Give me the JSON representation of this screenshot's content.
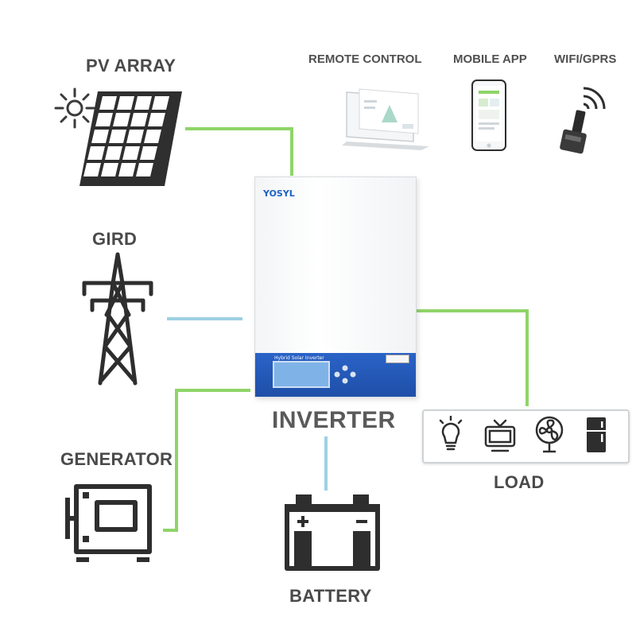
{
  "diagram": {
    "labels": {
      "pv_array": "PV ARRAY",
      "remote_control": "REMOTE CONTROL",
      "mobile_app": "MOBILE APP",
      "wifi_gprs": "WIFI/GPRS",
      "grid": "GIRD",
      "inverter": "INVERTER",
      "generator": "GENERATOR",
      "battery": "BATTERY",
      "load": "LOAD"
    },
    "inverter_device": {
      "brand": "YOSYL",
      "lcd_text": "Hybrid Solar Inverter"
    },
    "connection_colors": {
      "ac": "#8fd468",
      "dc": "#9dd0e3"
    },
    "icons": [
      "sun-icon",
      "solar-panel-icon",
      "laptop-icon",
      "smartphone-icon",
      "wifi-module-icon",
      "transmission-tower-icon",
      "generator-icon",
      "battery-icon",
      "light-bulb-icon",
      "tv-icon",
      "fan-icon",
      "refrigerator-icon"
    ]
  }
}
